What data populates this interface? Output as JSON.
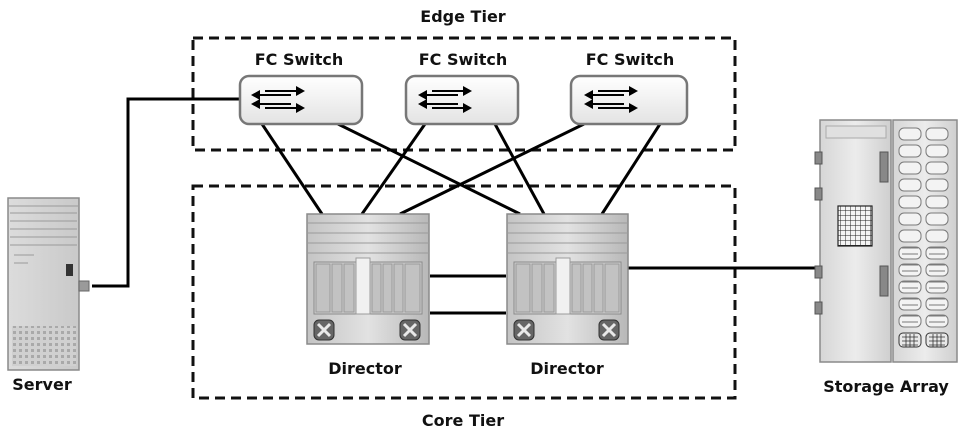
{
  "tiers": {
    "edge_label": "Edge Tier",
    "core_label": "Core Tier"
  },
  "switches": [
    {
      "label": "FC Switch"
    },
    {
      "label": "FC Switch"
    },
    {
      "label": "FC Switch"
    }
  ],
  "directors": [
    {
      "label": "Director"
    },
    {
      "label": "Director"
    }
  ],
  "server": {
    "label": "Server"
  },
  "storage": {
    "label": "Storage Array"
  },
  "colors": {
    "line": "#000000",
    "device_light": "#e6e6e6",
    "device_mid": "#c8c8c8",
    "device_dark": "#8c8c8c",
    "switch_fill": "#f2f2f2",
    "switch_border": "#7a7a7a"
  }
}
